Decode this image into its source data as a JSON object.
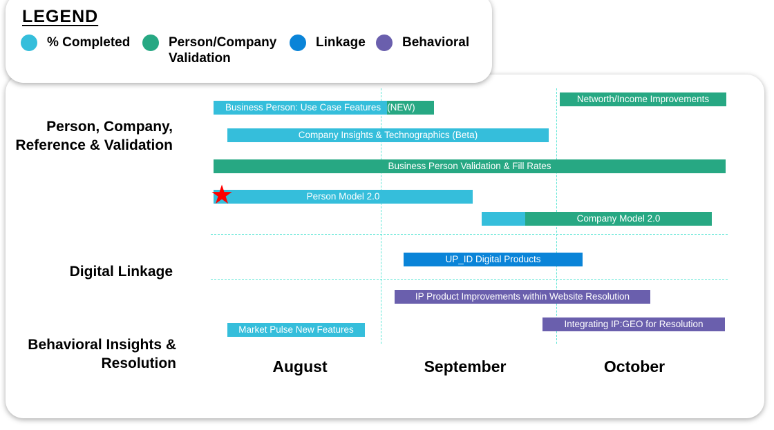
{
  "legend": {
    "title": "LEGEND",
    "items": [
      {
        "label": "% Completed",
        "color": "#35bedb"
      },
      {
        "label": "Person/Company Validation",
        "color": "#27a883"
      },
      {
        "label": "Linkage",
        "color": "#0a84d8"
      },
      {
        "label": "Behavioral",
        "color": "#6a5fad"
      }
    ]
  },
  "rows": [
    {
      "label": "Person, Company, Reference & Validation"
    },
    {
      "label": "Digital Linkage"
    },
    {
      "label": "Behavioral Insights & Resolution"
    }
  ],
  "months": [
    "August",
    "September",
    "October"
  ],
  "bars": [
    {
      "label": "Business Person: Use Case Features",
      "suffix": "(NEW)",
      "type": "split"
    },
    {
      "label": "Networth/Income Improvements"
    },
    {
      "label": "Company Insights & Technographics (Beta)"
    },
    {
      "label": "Business Person Validation & Fill Rates"
    },
    {
      "label": "Person Model 2.0",
      "milestone": "star"
    },
    {
      "label": "Company Model 2.0"
    },
    {
      "label": "UP_ID Digital Products"
    },
    {
      "label": "IP Product Improvements within Website Resolution"
    },
    {
      "label": "Integrating IP:GEO for Resolution"
    },
    {
      "label": "Market Pulse New Features"
    }
  ]
}
